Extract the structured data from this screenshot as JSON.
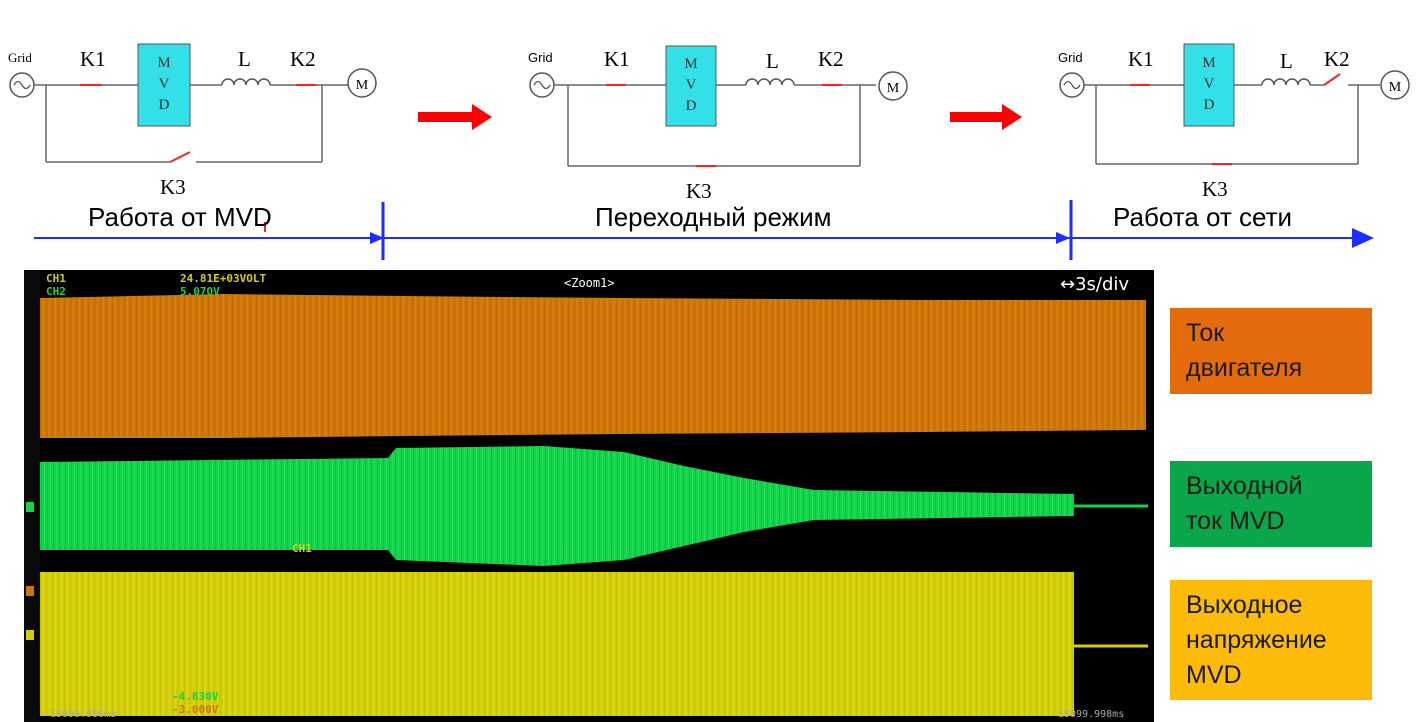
{
  "circuits": [
    {
      "grid": "Grid",
      "k1": "K1",
      "mvd": [
        "M",
        "V",
        "D"
      ],
      "inductor": "L",
      "k2": "K2",
      "motor": "M",
      "k3": "K3",
      "k3_state": "open",
      "k2_state": "closed"
    },
    {
      "grid": "Grid",
      "k1": "K1",
      "mvd": [
        "M",
        "V",
        "D"
      ],
      "inductor": "L",
      "k2": "K2",
      "motor": "M",
      "k3": "K3",
      "k3_state": "closed",
      "k2_state": "closed"
    },
    {
      "grid": "Grid",
      "k1": "K1",
      "mvd": [
        "M",
        "V",
        "D"
      ],
      "inductor": "L",
      "k2": "K2",
      "motor": "M",
      "k3": "K3",
      "k3_state": "closed",
      "k2_state": "open"
    }
  ],
  "phases": {
    "mvd": "Работа от MVD",
    "transition": "Переходный режим",
    "grid": "Работа от сети"
  },
  "scope": {
    "ch1_label": "CH1",
    "ch2_label": "CH2",
    "ch1_value": "24.81E+03VOLT",
    "ch2_value": "5.07OV",
    "zoom_label": "<Zoom1>",
    "timebase": "↔3s/div",
    "trace_marker": "CH1",
    "cursor_value_1": "-4.830V",
    "cursor_value_2": "-3.000V",
    "time_start": "-15099.998ms",
    "time_end": "15099.998ms"
  },
  "legend": {
    "motor_current": [
      "Ток",
      "двигателя"
    ],
    "mvd_output_current": [
      "Выходной",
      "ток MVD"
    ],
    "mvd_output_voltage": [
      "Выходное",
      "напряжение",
      "MVD"
    ]
  },
  "colors": {
    "orange_trace": "#cf7608",
    "green_trace": "#14d24a",
    "yellow_trace": "#d2cf0a",
    "legend_orange": "#e36b0c",
    "legend_green": "#0aa64a",
    "legend_yellow": "#fbbb08",
    "mvd_box": "#33e0e8",
    "arrow_red": "#ff0000",
    "timeline_blue": "#1c2dff"
  }
}
